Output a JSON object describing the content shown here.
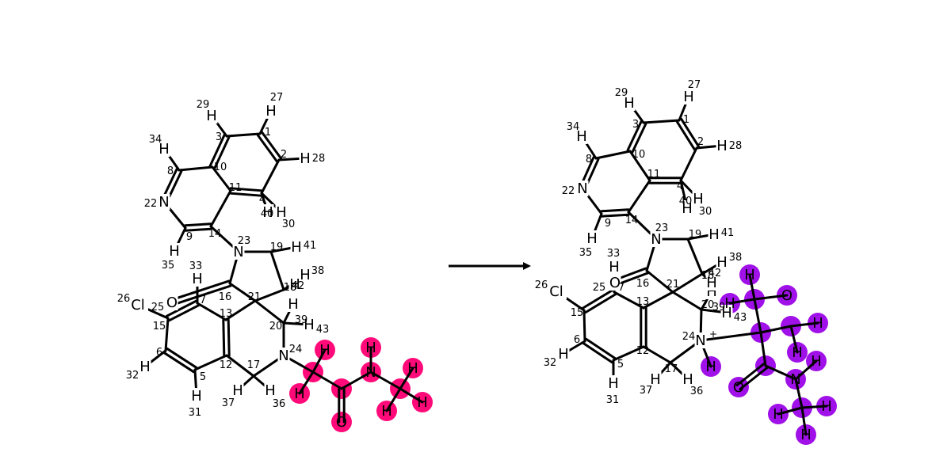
{
  "diagram": {
    "type": "reaction-scheme",
    "highlight_colors": {
      "reactant_group": "#ff0a78",
      "product_group": "#a010e8"
    },
    "reactant": {
      "atoms": [
        {
          "id": "C1",
          "symbol": "",
          "index": "1"
        },
        {
          "id": "C2",
          "symbol": "",
          "index": "2"
        },
        {
          "id": "C3",
          "symbol": "",
          "index": "3"
        },
        {
          "id": "C4",
          "symbol": "",
          "index": "4"
        },
        {
          "id": "C5",
          "symbol": "",
          "index": "5"
        },
        {
          "id": "C6",
          "symbol": "",
          "index": "6"
        },
        {
          "id": "O7",
          "symbol": "O",
          "index": "7"
        },
        {
          "id": "C8",
          "symbol": "",
          "index": "8"
        },
        {
          "id": "C9",
          "symbol": "",
          "index": "9"
        },
        {
          "id": "C10",
          "symbol": "",
          "index": "10"
        },
        {
          "id": "C11",
          "symbol": "",
          "index": "11"
        },
        {
          "id": "C12",
          "symbol": "",
          "index": "12"
        },
        {
          "id": "C13",
          "symbol": "",
          "index": "13"
        },
        {
          "id": "C14",
          "symbol": "",
          "index": "14"
        },
        {
          "id": "C15",
          "symbol": "",
          "index": "15"
        },
        {
          "id": "C16",
          "symbol": "",
          "index": "16"
        },
        {
          "id": "C17",
          "symbol": "",
          "index": "17"
        },
        {
          "id": "C18",
          "symbol": "",
          "index": "18"
        },
        {
          "id": "C19",
          "symbol": "",
          "index": "19"
        },
        {
          "id": "C20",
          "symbol": "",
          "index": "20"
        },
        {
          "id": "C21",
          "symbol": "",
          "index": "21"
        },
        {
          "id": "N22",
          "symbol": "N",
          "index": "22"
        },
        {
          "id": "N23",
          "symbol": "N",
          "index": "23"
        },
        {
          "id": "N24",
          "symbol": "N",
          "index": "24"
        },
        {
          "id": "C25",
          "symbol": "",
          "index": "25"
        },
        {
          "id": "Cl26",
          "symbol": "Cl",
          "index": "26"
        },
        {
          "id": "H27",
          "symbol": "H",
          "index": "27"
        },
        {
          "id": "H28",
          "symbol": "H",
          "index": "28"
        },
        {
          "id": "H29",
          "symbol": "H",
          "index": "29"
        },
        {
          "id": "H30",
          "symbol": "H",
          "index": "30"
        },
        {
          "id": "H31",
          "symbol": "H",
          "index": "31"
        },
        {
          "id": "H32",
          "symbol": "H",
          "index": "32"
        },
        {
          "id": "H33",
          "symbol": "H",
          "index": "33"
        },
        {
          "id": "H34",
          "symbol": "H",
          "index": "34"
        },
        {
          "id": "H35",
          "symbol": "H",
          "index": "35"
        },
        {
          "id": "H36",
          "symbol": "H",
          "index": "36"
        },
        {
          "id": "H37",
          "symbol": "H",
          "index": "37"
        },
        {
          "id": "H38",
          "symbol": "H",
          "index": "38"
        },
        {
          "id": "H39",
          "symbol": "H",
          "index": "39"
        },
        {
          "id": "H40",
          "symbol": "H",
          "index": "40"
        },
        {
          "id": "H41",
          "symbol": "H",
          "index": "41"
        },
        {
          "id": "H42",
          "symbol": "H",
          "index": "42"
        },
        {
          "id": "H43",
          "symbol": "H",
          "index": "43"
        }
      ],
      "reagent_group_atoms": [
        {
          "id": "Ca",
          "symbol": ""
        },
        {
          "id": "Ha1",
          "symbol": "H"
        },
        {
          "id": "Ha2",
          "symbol": "H"
        },
        {
          "id": "Cb",
          "symbol": ""
        },
        {
          "id": "Ob",
          "symbol": "O"
        },
        {
          "id": "Nc",
          "symbol": "N"
        },
        {
          "id": "Hc",
          "symbol": "H"
        },
        {
          "id": "Cd",
          "symbol": ""
        },
        {
          "id": "Hd1",
          "symbol": "H"
        },
        {
          "id": "Hd2",
          "symbol": "H"
        },
        {
          "id": "Hd3",
          "symbol": "H"
        }
      ]
    },
    "product": {
      "atoms": [
        {
          "id": "C1",
          "symbol": "",
          "index": "1"
        },
        {
          "id": "C2",
          "symbol": "",
          "index": "2"
        },
        {
          "id": "C3",
          "symbol": "",
          "index": "3"
        },
        {
          "id": "C4",
          "symbol": "",
          "index": "4"
        },
        {
          "id": "C5",
          "symbol": "",
          "index": "5"
        },
        {
          "id": "C6",
          "symbol": "",
          "index": "6"
        },
        {
          "id": "O7",
          "symbol": "O",
          "index": "7"
        },
        {
          "id": "C8",
          "symbol": "",
          "index": "8"
        },
        {
          "id": "C9",
          "symbol": "",
          "index": "9"
        },
        {
          "id": "C10",
          "symbol": "",
          "index": "10"
        },
        {
          "id": "C11",
          "symbol": "",
          "index": "11"
        },
        {
          "id": "C12",
          "symbol": "",
          "index": "12"
        },
        {
          "id": "C13",
          "symbol": "",
          "index": "13"
        },
        {
          "id": "C14",
          "symbol": "",
          "index": "14"
        },
        {
          "id": "C15",
          "symbol": "",
          "index": "15"
        },
        {
          "id": "C16",
          "symbol": "",
          "index": "16"
        },
        {
          "id": "C17",
          "symbol": "",
          "index": "17"
        },
        {
          "id": "C18",
          "symbol": "",
          "index": "18"
        },
        {
          "id": "C19",
          "symbol": "",
          "index": "19"
        },
        {
          "id": "C20",
          "symbol": "",
          "index": "20"
        },
        {
          "id": "C21",
          "symbol": "",
          "index": "21"
        },
        {
          "id": "N22",
          "symbol": "N",
          "index": "22"
        },
        {
          "id": "N23",
          "symbol": "N",
          "index": "23"
        },
        {
          "id": "N24",
          "symbol": "N",
          "index": "24",
          "charge": "+"
        },
        {
          "id": "C25",
          "symbol": "",
          "index": "25"
        },
        {
          "id": "Cl26",
          "symbol": "Cl",
          "index": "26"
        },
        {
          "id": "H27",
          "symbol": "H",
          "index": "27"
        },
        {
          "id": "H28",
          "symbol": "H",
          "index": "28"
        },
        {
          "id": "H29",
          "symbol": "H",
          "index": "29"
        },
        {
          "id": "H30",
          "symbol": "H",
          "index": "30"
        },
        {
          "id": "H31",
          "symbol": "H",
          "index": "31"
        },
        {
          "id": "H32",
          "symbol": "H",
          "index": "32"
        },
        {
          "id": "H33",
          "symbol": "H",
          "index": "33"
        },
        {
          "id": "H34",
          "symbol": "H",
          "index": "34"
        },
        {
          "id": "H35",
          "symbol": "H",
          "index": "35"
        },
        {
          "id": "H36",
          "symbol": "H",
          "index": "36"
        },
        {
          "id": "H37",
          "symbol": "H",
          "index": "37"
        },
        {
          "id": "H38",
          "symbol": "H",
          "index": "38"
        },
        {
          "id": "H39",
          "symbol": "H",
          "index": "39"
        },
        {
          "id": "H40",
          "symbol": "H",
          "index": "40"
        },
        {
          "id": "H41",
          "symbol": "H",
          "index": "41"
        },
        {
          "id": "H42",
          "symbol": "H",
          "index": "42"
        },
        {
          "id": "H43",
          "symbol": "H",
          "index": "43"
        }
      ],
      "reagent_group_atoms": [
        {
          "id": "Ca",
          "symbol": ""
        },
        {
          "id": "Ha1",
          "symbol": "H"
        },
        {
          "id": "Ha2",
          "symbol": "H"
        },
        {
          "id": "Oa",
          "symbol": "O"
        },
        {
          "id": "Cx",
          "symbol": ""
        },
        {
          "id": "Hx1",
          "symbol": "H"
        },
        {
          "id": "Hx2",
          "symbol": "H"
        },
        {
          "id": "Cb",
          "symbol": ""
        },
        {
          "id": "Ob",
          "symbol": "O"
        },
        {
          "id": "Nc",
          "symbol": "N"
        },
        {
          "id": "Hc",
          "symbol": "H"
        },
        {
          "id": "Cd",
          "symbol": ""
        },
        {
          "id": "Hd1",
          "symbol": "H"
        },
        {
          "id": "Hd2",
          "symbol": "H"
        },
        {
          "id": "Hd3",
          "symbol": "H"
        },
        {
          "id": "HN",
          "symbol": "H"
        }
      ]
    }
  }
}
